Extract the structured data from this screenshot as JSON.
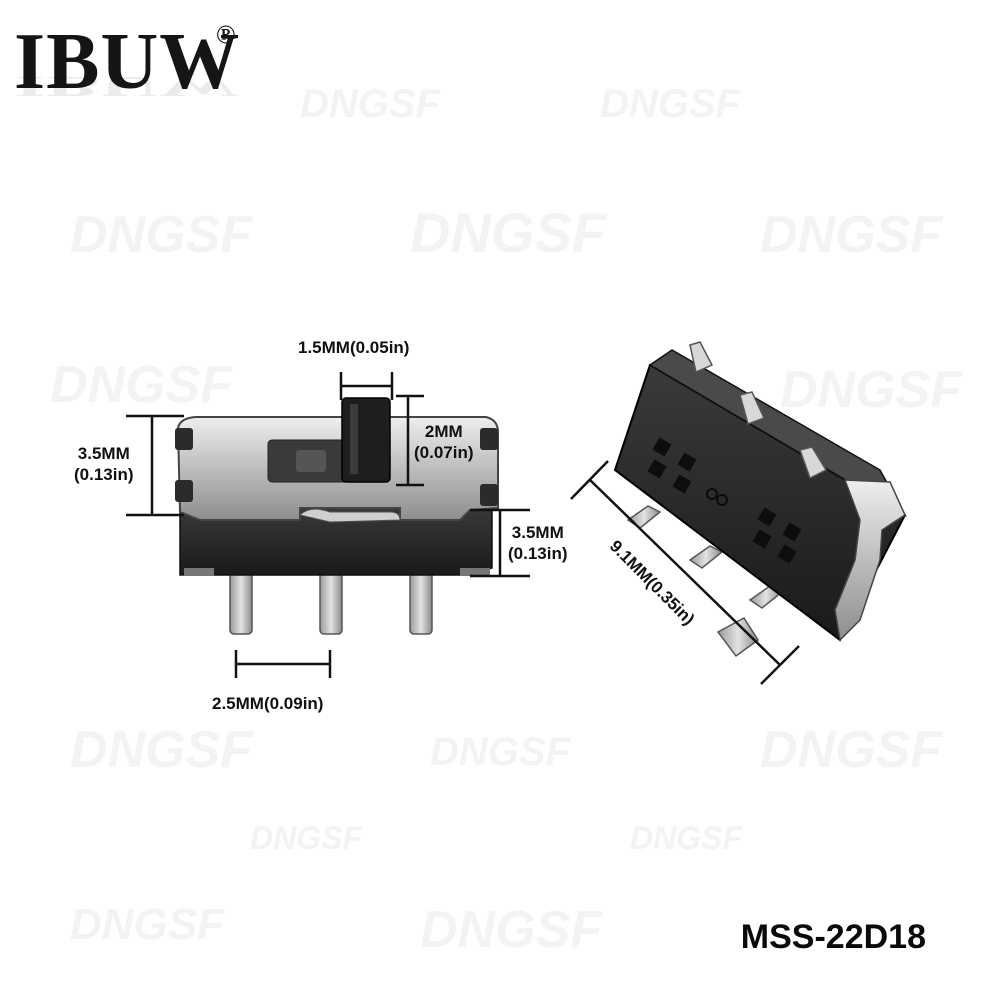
{
  "brand": {
    "logo": "IBUW",
    "registered": "®"
  },
  "watermark": "DNGSF",
  "dimensions": {
    "slider_width": "1.5MM(0.05in)",
    "body_height_line1": "3.5MM",
    "body_height_line2": "(0.13in)",
    "slider_height_line1": "2MM",
    "slider_height_line2": "(0.07in)",
    "pin_height_line1": "3.5MM",
    "pin_height_line2": "(0.13in)",
    "pin_pitch": "2.5MM(0.09in)",
    "length": "9.1MM(0.35in)"
  },
  "model": "MSS-22D18"
}
